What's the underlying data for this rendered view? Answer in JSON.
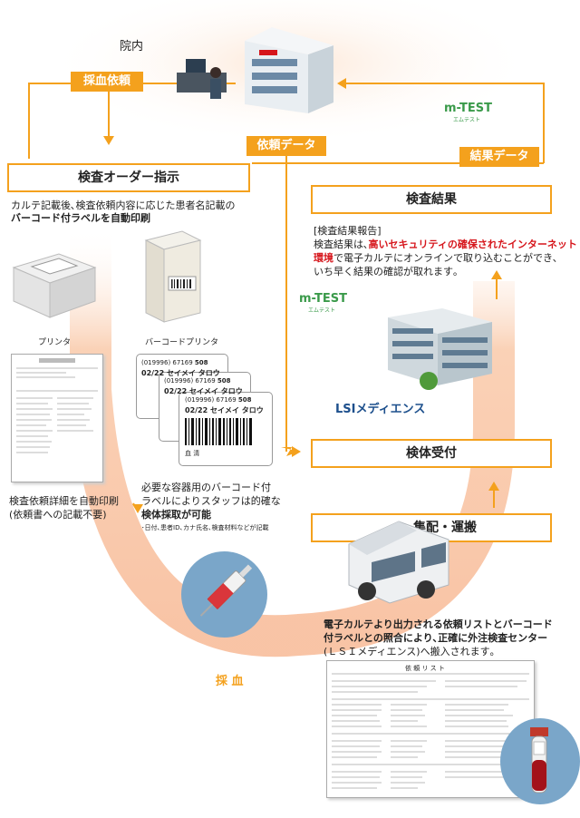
{
  "top": {
    "hospital_label": "院内"
  },
  "tags": {
    "blood_request": "採血依頼",
    "request_data": "依頼データ",
    "result_data": "結果データ"
  },
  "logos": {
    "mtest": "m-TEST",
    "mtest_sub": "エムテスト",
    "lsi": "LSIメディエンス"
  },
  "order": {
    "title": "検査オーダー指示",
    "desc1": "カルテ記載後､検査依頼内容に応じた患者名記載の",
    "desc2": "バーコード付ラベルを自動印刷",
    "printer": "プリンタ",
    "barcode_printer": "バーコードプリンタ",
    "sheet_caption1": "検査依頼詳細を自動印刷",
    "sheet_caption2": "(依頼書への記載不要)",
    "label_caption1": "必要な容器用のバーコード付",
    "label_caption2": "ラベルによりスタッフは的確な",
    "label_caption3": "検体採取が可能",
    "label_note": "･日付､患者ID､カナ氏名､検査材料などが記載"
  },
  "labels": {
    "line1": "(019996) 67169",
    "num": "508",
    "line2": "02/22",
    "kana": "セイメイ タロウ",
    "material": "血 清"
  },
  "result": {
    "title": "検査結果",
    "report_head": "[検査結果報告]",
    "r1": "検査結果は､",
    "r1_red": "高いセキュリティの確保されたインターネット",
    "r2_red": "環境",
    "r2": "で電子カルテにオンラインで取り込むことができ､",
    "r3": "いち早く結果の確認が取れます｡"
  },
  "receive": {
    "title": "検体受付"
  },
  "transport": {
    "title": "集配・運搬",
    "d1": "電子カルテより出力される依頼リストとバーコード",
    "d2": "付ラベルとの照合により､正確に外注検査センター",
    "d3": "(ＬＳＩメディエンス)へ搬入されます｡"
  },
  "blood": {
    "label": "採 血"
  },
  "request_list": {
    "title": "依 頼 リ ス ト"
  }
}
